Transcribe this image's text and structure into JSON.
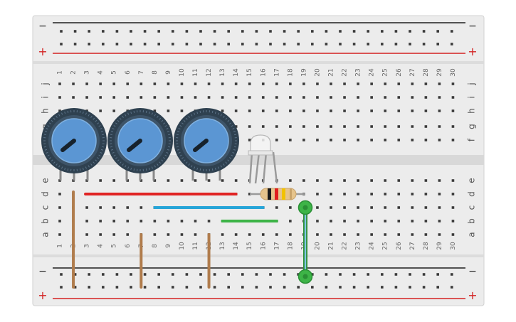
{
  "rail_signs": {
    "top_minus": "−",
    "top_plus": "+",
    "bottom_minus": "−",
    "bottom_plus": "+"
  },
  "column_numbers": [
    "1",
    "2",
    "3",
    "4",
    "5",
    "6",
    "7",
    "8",
    "9",
    "10",
    "11",
    "12",
    "13",
    "14",
    "15",
    "16",
    "17",
    "18",
    "19",
    "20",
    "21",
    "22",
    "23",
    "24",
    "25",
    "26",
    "27",
    "28",
    "29",
    "30"
  ],
  "rows_top": [
    "j",
    "i",
    "h",
    "g",
    "f"
  ],
  "rows_bottom": [
    "e",
    "d",
    "c",
    "b",
    "a"
  ],
  "components": {
    "potentiometers": [
      {
        "name": "potentiometer-1",
        "knob_position": "low"
      },
      {
        "name": "potentiometer-2",
        "knob_position": "low"
      },
      {
        "name": "potentiometer-3",
        "knob_position": "low"
      }
    ],
    "rgb_led": {
      "name": "rgb-led",
      "color": "clear"
    },
    "resistor": {
      "name": "resistor",
      "bands": [
        "#1a1a1a",
        "#e01e1e",
        "#f2c200"
      ]
    },
    "jumper_wires": [
      {
        "name": "wire-red",
        "color": "#e02323"
      },
      {
        "name": "wire-blue",
        "color": "#27a5d8"
      },
      {
        "name": "wire-green-short",
        "color": "#3db447"
      },
      {
        "name": "wire-green-vertical",
        "color": "#3db447"
      },
      {
        "name": "wire-brown-1",
        "color": "#b07c4c"
      },
      {
        "name": "wire-brown-2",
        "color": "#b07c4c"
      },
      {
        "name": "wire-brown-3",
        "color": "#b07c4c"
      }
    ]
  },
  "colors": {
    "board": "#ebebeb",
    "rail_negative": "#1f1f1f",
    "rail_positive": "#d32222",
    "hole": "#3a3a3a",
    "knob": "#5b96d3",
    "knob_rim": "#2f4150"
  }
}
